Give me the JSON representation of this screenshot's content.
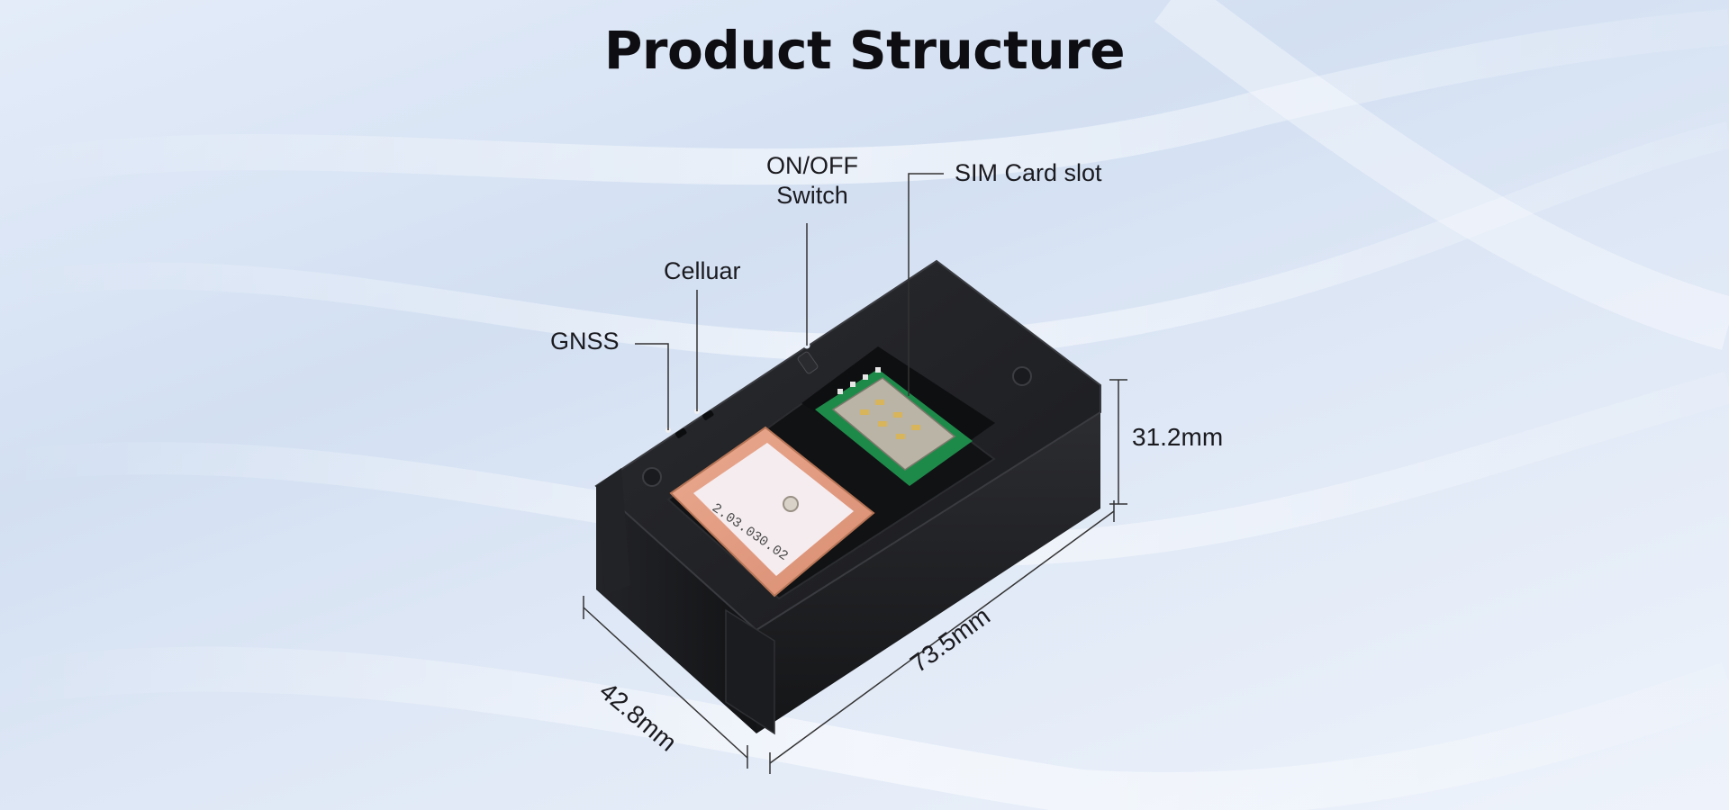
{
  "title": "Product Structure",
  "callouts": {
    "gnss": "GNSS",
    "cellular": "Celluar",
    "switch_line1": "ON/OFF",
    "switch_line2": "Switch",
    "sim": "SIM Card slot"
  },
  "dimensions": {
    "height": "31.2mm",
    "length": "73.5mm",
    "width": "42.8mm"
  },
  "antenna_code": "2.03.030.02",
  "colors": {
    "device": "#1e1f22",
    "antenna": "#e7a48a",
    "pcb": "#1e8a4a",
    "background": "#dbe6f5"
  }
}
